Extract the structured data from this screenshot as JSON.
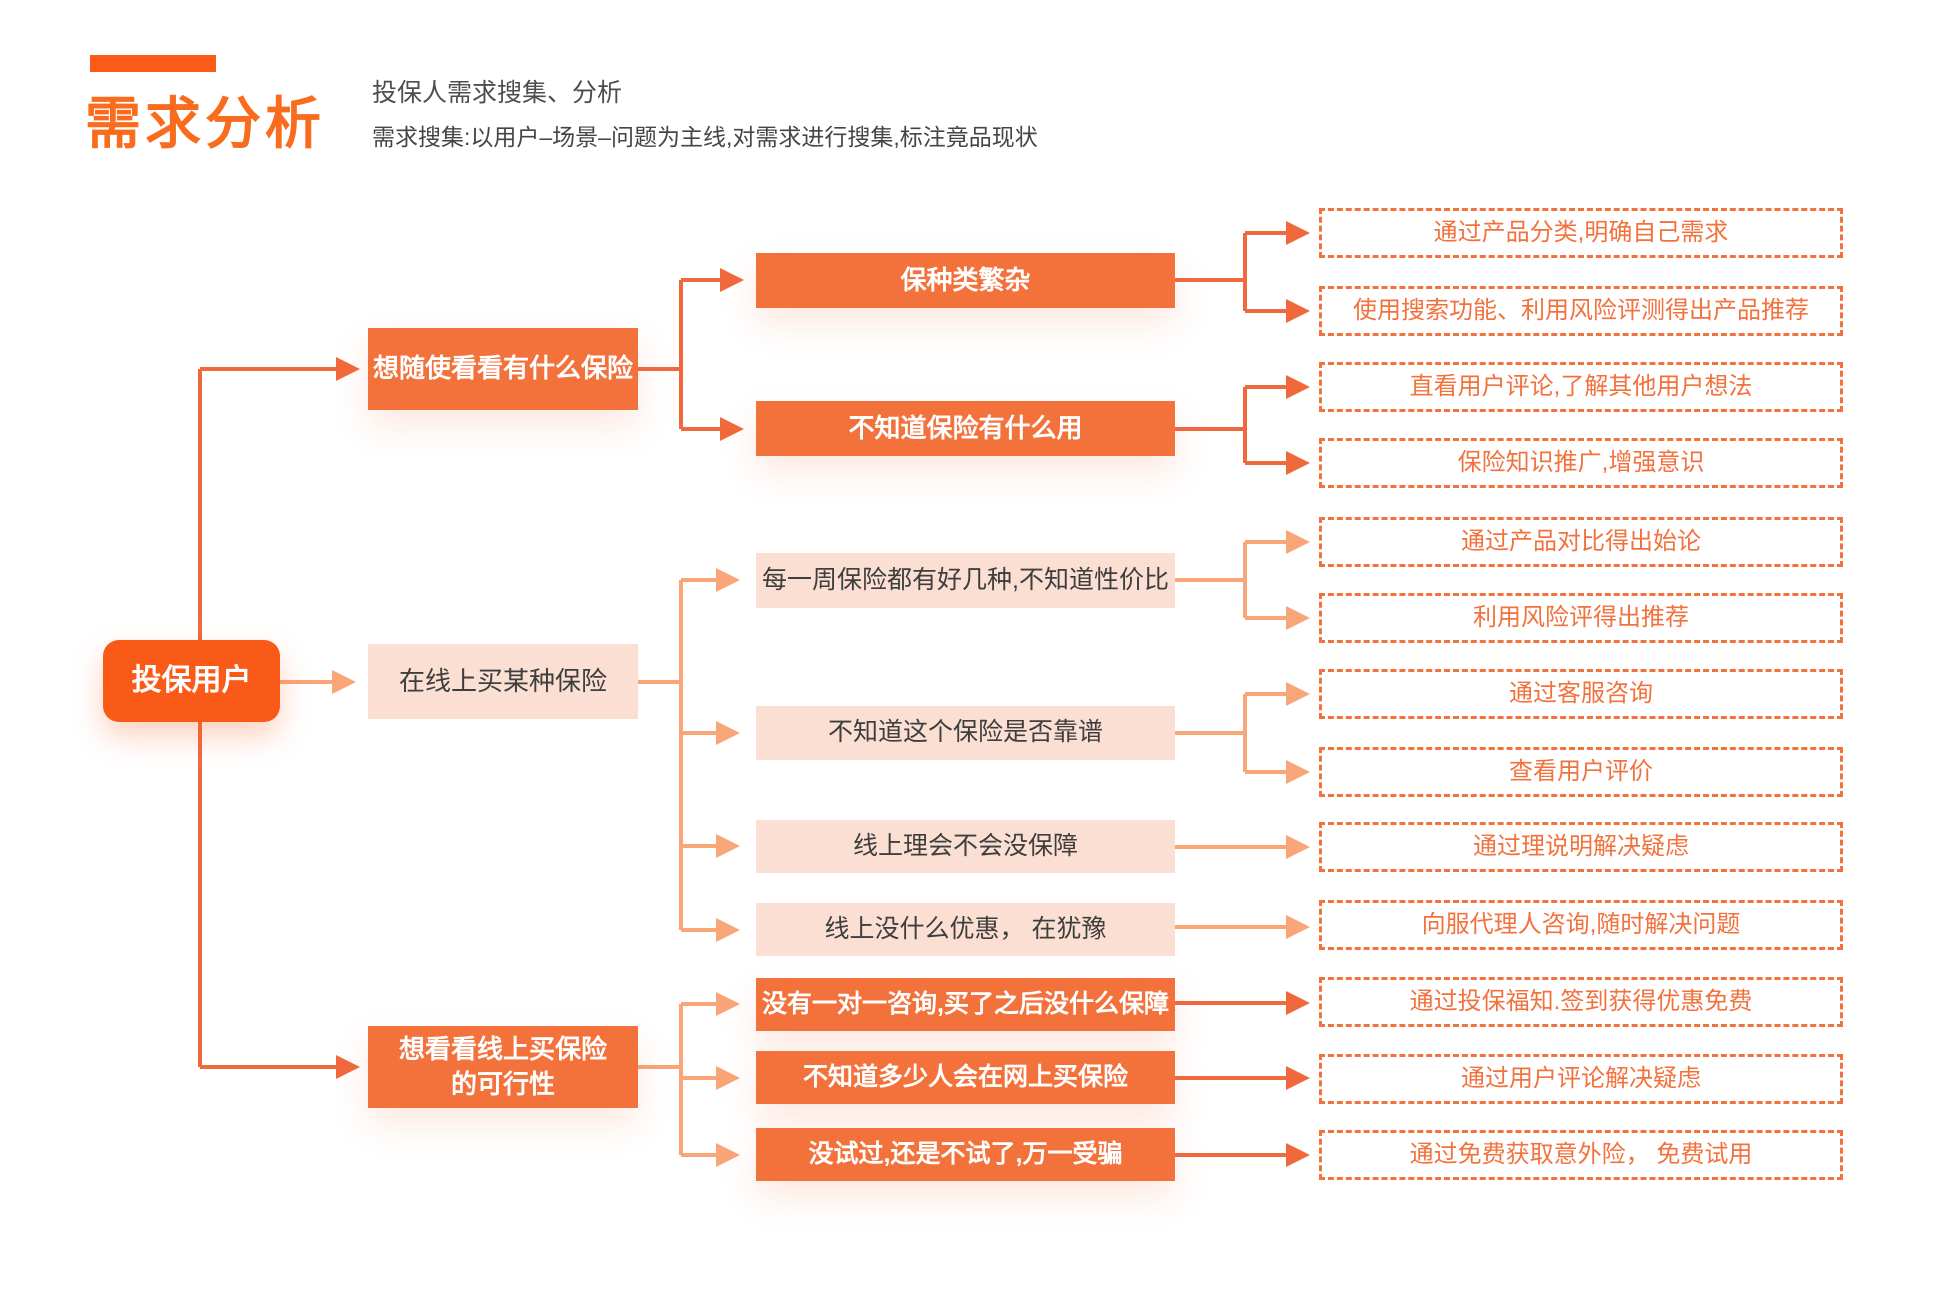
{
  "header": {
    "title": "需求分析",
    "subtitle1": "投保人需求搜集、分析",
    "subtitle2": "需求搜集:以用户–场景–问题为主线,对需求进行搜集,标注竟品现状"
  },
  "colors": {
    "primary_orange": "#FA5A17",
    "node_orange": "#F3713B",
    "node_pink": "#FBDFD2",
    "connector_orange": "#F0693C",
    "connector_peach": "#F8A578",
    "dashed_orange": "#F2713C"
  },
  "diagram": {
    "root": {
      "label": "投保用户"
    },
    "branches": [
      {
        "label": "想随使看看有什么保险",
        "children": [
          {
            "label": "保种类繁杂",
            "solutions": [
              "通过产品分类,明确自己需求",
              "使用搜索功能、利用风险评测得出产品推荐"
            ]
          },
          {
            "label": "不知道保险有什么用",
            "solutions": [
              "直看用户评论,了解其他用户想法",
              "保险知识推广,增强意识"
            ]
          }
        ]
      },
      {
        "label": "在线上买某种保险",
        "children": [
          {
            "label": "每一周保险都有好几种,不知道性价比",
            "solutions": [
              "通过产品对比得出始论",
              "利用风险评得出推荐"
            ]
          },
          {
            "label": "不知道这个保险是否靠谱",
            "solutions": [
              "通过客服咨询",
              "查看用户评价"
            ]
          },
          {
            "label": "线上理会不会没保障",
            "solutions": [
              "通过理说明解决疑虑"
            ]
          },
          {
            "label": "线上没什么优惠， 在犹豫",
            "solutions": [
              "向服代理人咨询,随时解决问题"
            ]
          }
        ]
      },
      {
        "label": "想看看线上买保险的可行性",
        "children": [
          {
            "label": "没有一对一咨询,买了之后没什么保障",
            "solutions": [
              "通过投保福知.签到获得优惠免费"
            ]
          },
          {
            "label": "不知道多少人会在网上买保险",
            "solutions": [
              "通过用户评论解决疑虑"
            ]
          },
          {
            "label": "没试过,还是不试了,万一受骗",
            "solutions": [
              "通过免费获取意外险， 免费试用"
            ]
          }
        ]
      }
    ]
  }
}
